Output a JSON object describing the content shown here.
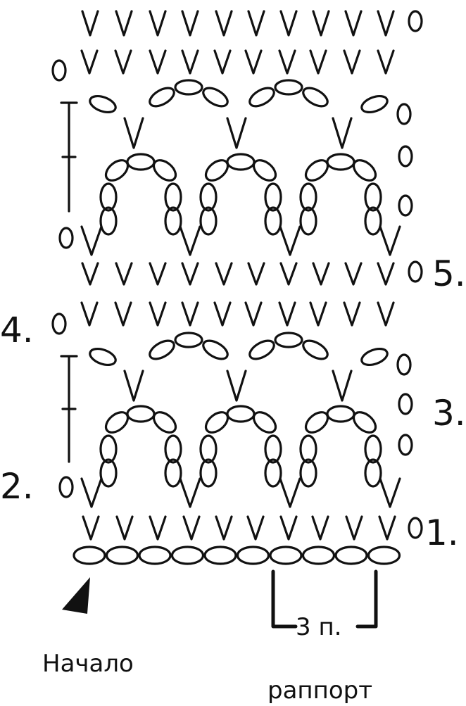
{
  "row_labels": {
    "row1": "1.",
    "row2": "2.",
    "row3": "3.",
    "row4": "4.",
    "row5": "5."
  },
  "start_label": "Начало",
  "repeat_label_line1": "3 п.",
  "repeat_label_line2": "раппорт",
  "symbol_legend": {
    "chain": "oval",
    "single_crochet": "V",
    "turning_chain": "0",
    "double_crochet": "T"
  },
  "colors": {
    "ink": "#111111",
    "background": "#ffffff"
  }
}
